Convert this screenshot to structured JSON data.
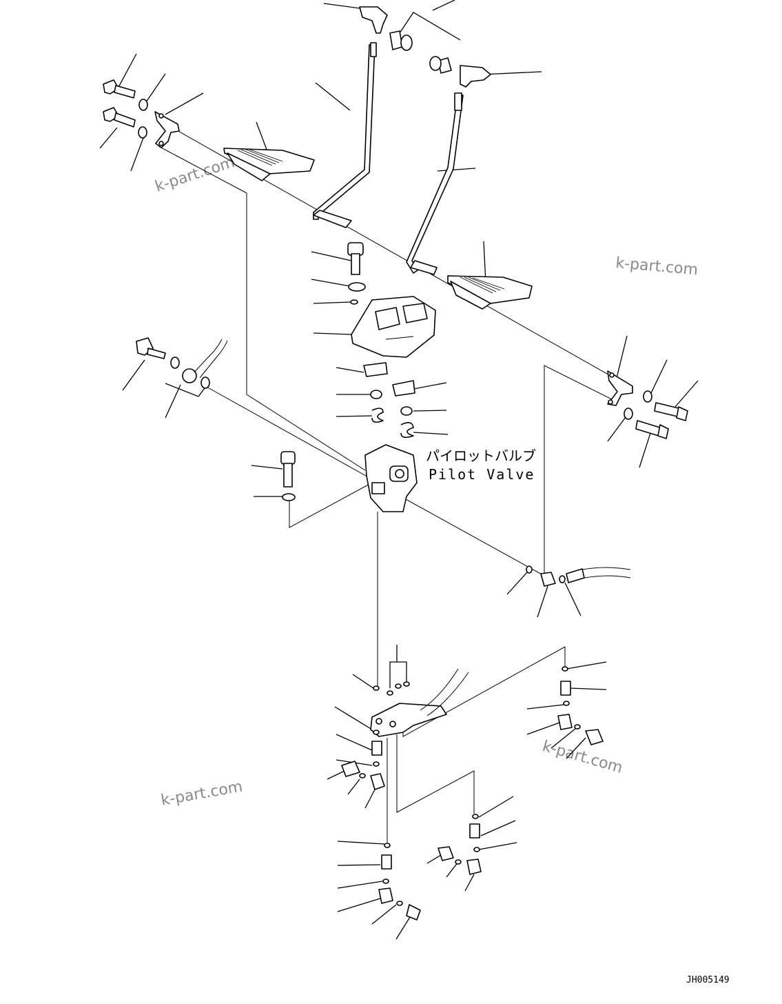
{
  "labels": {
    "pilot_valve_jp": "パイロットバルブ",
    "pilot_valve_en": "Pilot Valve"
  },
  "watermarks": [
    "k-part.com",
    "k-part.com",
    "k-part.com",
    "k-part.com"
  ],
  "drawing_code": "JH005149"
}
